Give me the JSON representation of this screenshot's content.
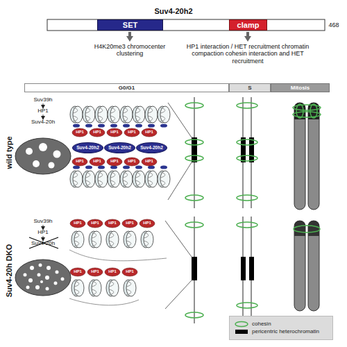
{
  "diagram": {
    "title": "Suv4-20h2",
    "nodes": [
      {
        "text": [
          "SET"
        ]
      },
      {
        "text": [
          "clamp"
        ]
      },
      {
        "text": [
          "G0/G1"
        ]
      },
      {
        "text": [
          "S"
        ]
      },
      {
        "text": [
          "Mitosis"
        ]
      },
      {
        "text": [
          "Suv4-20h2"
        ]
      },
      {
        "text": [
          "Suv4-20h2"
        ]
      },
      {
        "text": [
          "Suv4-20h2"
        ]
      }
    ],
    "labels": [
      "468",
      "H4K20me3 chromocenter clustering",
      "HP1 interaction / HET recruitment chromatin compaction cohesin interaction and HET recruitment",
      "wild type",
      "Suv39h",
      "HP1",
      "Suv4-20h",
      "HP1",
      "HP1",
      "HP1",
      "HP1",
      "HP1",
      "HP1",
      "HP1",
      "HP1",
      "HP1",
      "HP1",
      "Suv4-20h DKO",
      "Suv39h",
      "HP1",
      "Suv4-20h",
      "HP1",
      "HP1",
      "HP1",
      "HP1",
      "HP1",
      "HP1",
      "HP1",
      "HP1",
      "HP1"
    ],
    "legend": [
      {
        "text": "cohesin"
      },
      {
        "text": "pericentric heterochromatin",
        "color": "#000000"
      }
    ]
  }
}
